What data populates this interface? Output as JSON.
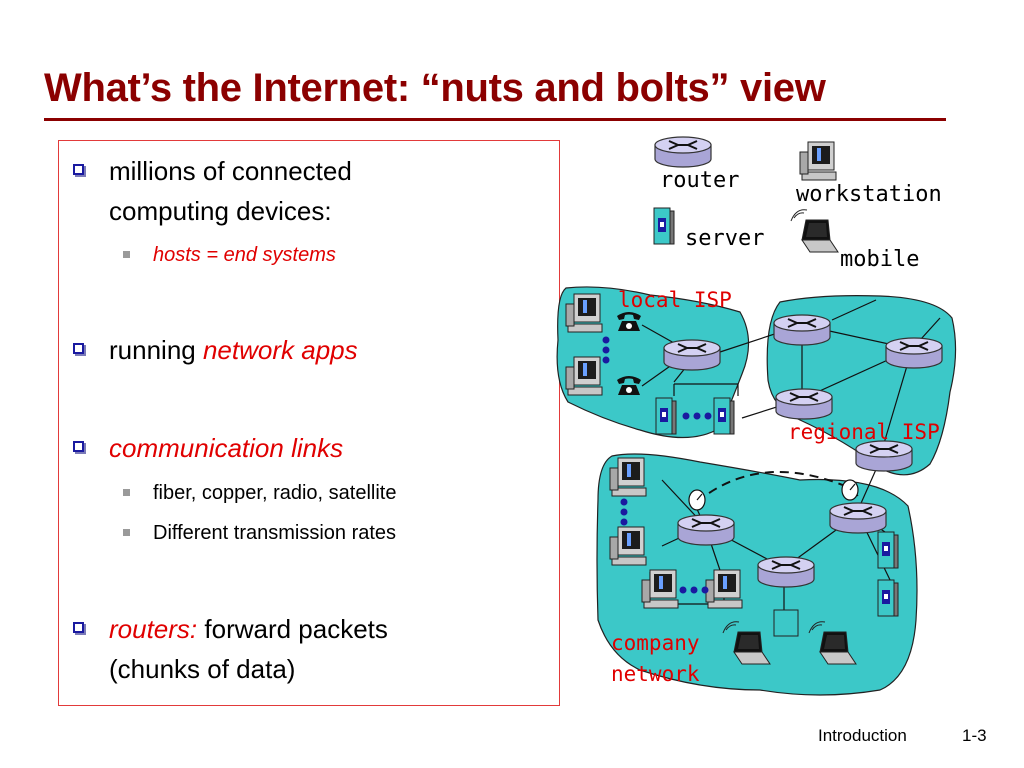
{
  "slide": {
    "title": "What’s the Internet: “nuts and bolts” view",
    "bullets": [
      {
        "lines": [
          "millions of connected",
          "computing devices:"
        ],
        "subs": [
          {
            "text": "hosts = end systems"
          }
        ]
      },
      {
        "prefix": "running ",
        "emph": "network apps"
      },
      {
        "emph": "communication links",
        "subs": [
          {
            "text": "fiber, copper, radio, satellite"
          },
          {
            "text": "Different transmission rates"
          }
        ]
      },
      {
        "emph": "routers:",
        "suffix": " forward packets",
        "line2": "(chunks of data)"
      }
    ]
  },
  "legend": {
    "router": "router",
    "workstation": "workstation",
    "server": "server",
    "mobile": "mobile"
  },
  "diagram": {
    "local_isp": "local ISP",
    "regional_isp": "regional ISP",
    "company_network": [
      "company",
      "network"
    ]
  },
  "footer": {
    "section": "Introduction",
    "page": "1-3"
  },
  "colors": {
    "title": "#8b0000",
    "emphasis": "#e00000",
    "cloud": "#3cc8c8",
    "router": "#c9c6ea",
    "bullet_box": "#1a1aa0"
  },
  "icons": [
    "router-icon",
    "workstation-icon",
    "server-icon",
    "mobile-icon",
    "telephone-icon",
    "satellite-dish-icon"
  ]
}
